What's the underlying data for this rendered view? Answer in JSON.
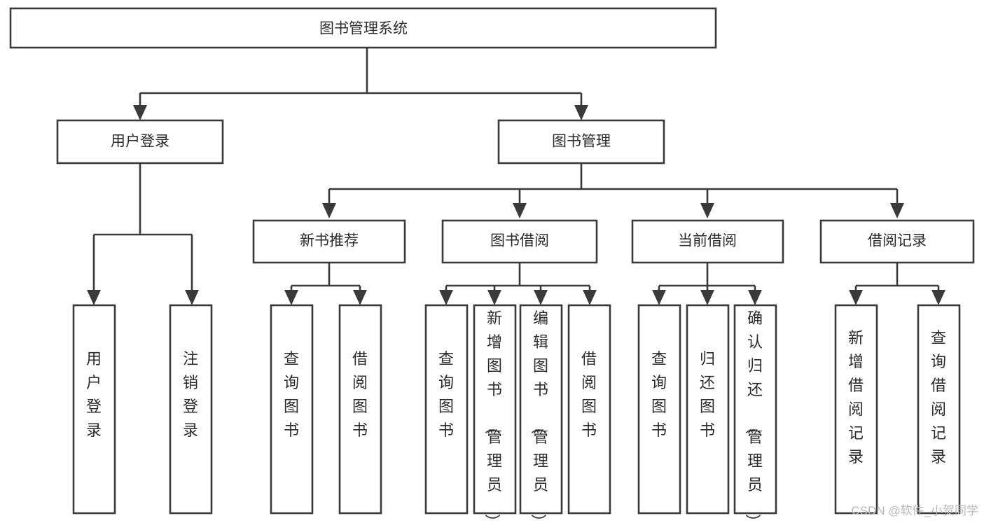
{
  "diagram": {
    "title": "图书管理系统",
    "type": "hierarchy-tree",
    "nodes": {
      "root": {
        "label": "图书管理系统"
      },
      "level2": [
        {
          "id": "user-login",
          "label": "用户登录"
        },
        {
          "id": "book-management",
          "label": "图书管理"
        }
      ],
      "level3": [
        {
          "id": "new-book-recommend",
          "label": "新书推荐"
        },
        {
          "id": "book-borrow",
          "label": "图书借阅"
        },
        {
          "id": "current-borrow",
          "label": "当前借阅"
        },
        {
          "id": "borrow-record",
          "label": "借阅记录"
        }
      ],
      "leaves": {
        "user_login": [
          {
            "id": "leaf-user-login",
            "label": "用户登录"
          },
          {
            "id": "leaf-logout-login",
            "label": "注销登录"
          }
        ],
        "new_book_recommend": [
          {
            "id": "leaf-query-book-1",
            "label": "查询图书"
          },
          {
            "id": "leaf-borrow-book-1",
            "label": "借阅图书"
          }
        ],
        "book_borrow": [
          {
            "id": "leaf-query-book-2",
            "label": "查询图书"
          },
          {
            "id": "leaf-add-book",
            "label": "新增图书（管理员）"
          },
          {
            "id": "leaf-edit-book",
            "label": "编辑图书（管理员）"
          },
          {
            "id": "leaf-borrow-book-2",
            "label": "借阅图书"
          }
        ],
        "current_borrow": [
          {
            "id": "leaf-query-book-3",
            "label": "查询图书"
          },
          {
            "id": "leaf-return-book",
            "label": "归还图书"
          },
          {
            "id": "leaf-confirm-return",
            "label": "确认归还（管理员）"
          }
        ],
        "borrow_record": [
          {
            "id": "leaf-add-record",
            "label": "新增借阅记录"
          },
          {
            "id": "leaf-query-record",
            "label": "查询借阅记录"
          }
        ]
      }
    },
    "colors": {
      "box_stroke": "#3a3a3a",
      "box_fill": "#ffffff",
      "text": "#2b2b2b",
      "watermark": "#b9b9b9",
      "background": "#ffffff"
    }
  },
  "watermark": {
    "text": "CSDN @软件_小贺同学"
  }
}
